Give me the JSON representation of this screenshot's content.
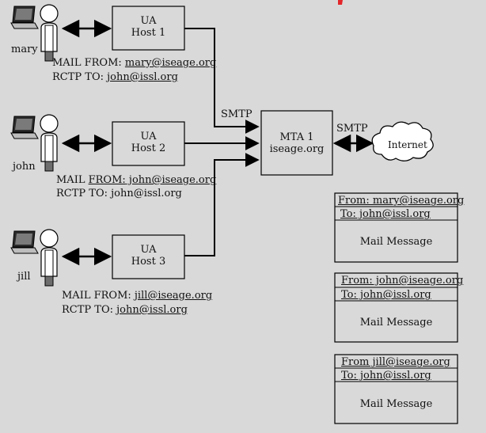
{
  "users": [
    {
      "name": "mary"
    },
    {
      "name": "john"
    },
    {
      "name": "jill"
    }
  ],
  "hosts": [
    {
      "line1": "UA",
      "line2": "Host 1"
    },
    {
      "line1": "UA",
      "line2": "Host 2"
    },
    {
      "line1": "UA",
      "line2": "Host 3"
    }
  ],
  "envelopes": [
    {
      "from_prefix": "MAIL FROM: ",
      "from_addr": "mary@iseage.org",
      "to_prefix": "RCTP TO: ",
      "to_addr": "john@issl.org"
    },
    {
      "from_prefix": "MAIL ",
      "from_mid": "FROM:",
      "from_addr": " john@iseage.org",
      "to_prefix": "RCTP TO: john@issl.org"
    },
    {
      "from_prefix": "MAIL FROM: ",
      "from_addr": "jill@iseage.org",
      "to_prefix": "RCTP TO: ",
      "to_addr": "john@issl.org"
    }
  ],
  "mta": {
    "line1": "MTA 1",
    "line2": "iseage.org"
  },
  "smtp_label_left": "SMTP",
  "smtp_label_right": "SMTP",
  "internet_label": "Internet",
  "messages": [
    {
      "from": "From: mary@iseage.org",
      "to": "To: john@issl.org",
      "body": "Mail Message"
    },
    {
      "from": "From: john@iseage.org",
      "to": "To: john@issl.org",
      "body": "Mail Message"
    },
    {
      "from": "From jill@iseage.org",
      "to": "To: john@issl.org",
      "body": "Mail Message"
    }
  ]
}
